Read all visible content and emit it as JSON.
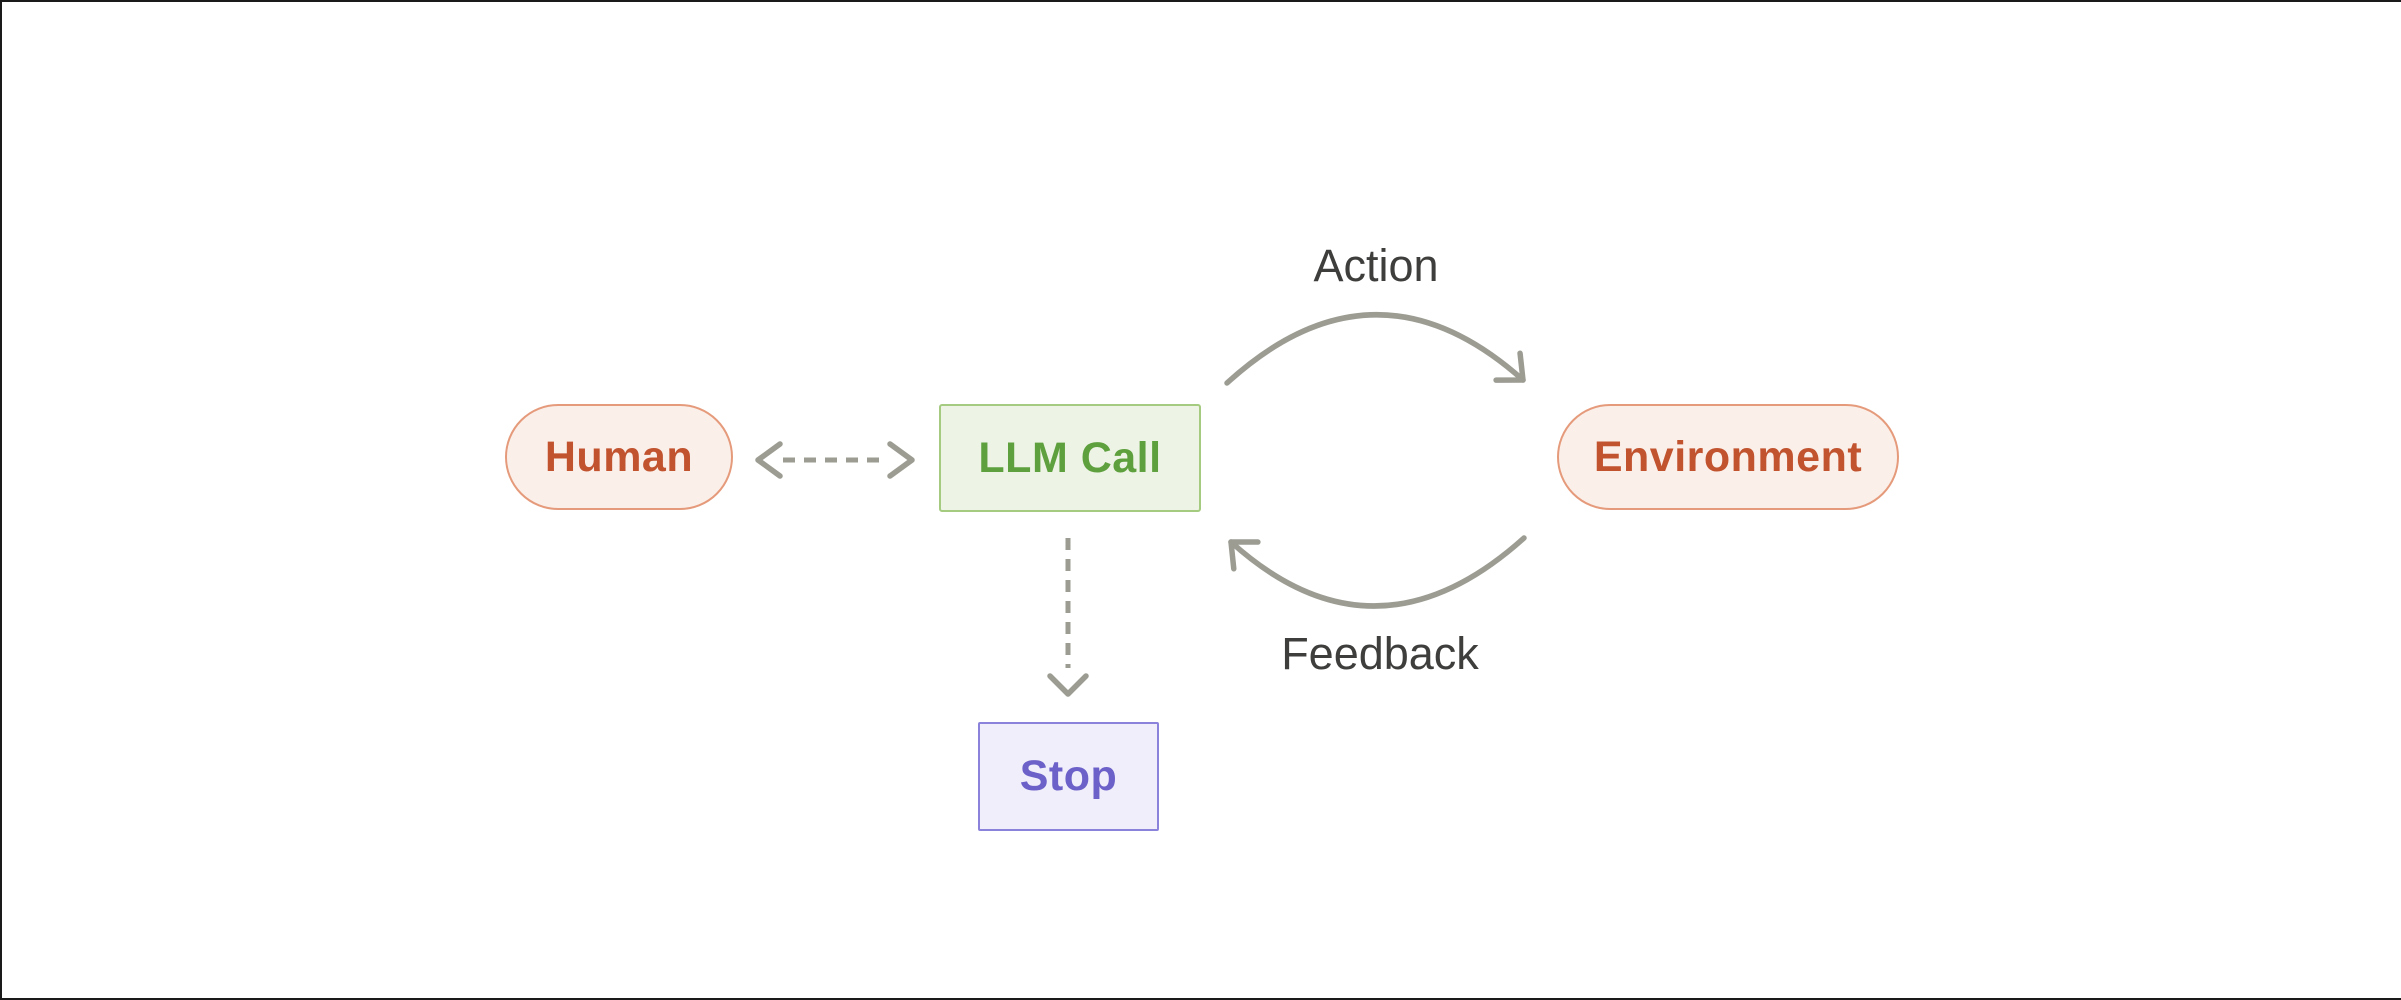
{
  "colors": {
    "canvas-bg": "#ffffff",
    "edge-line": "#1a1a1a",
    "arrow": "#9c9c93",
    "edge-label": "#3e3e3c",
    "human-bg": "#fbefe9",
    "human-border": "#e59b7b",
    "human-text": "#c1532f",
    "llm-bg": "#edf4e5",
    "llm-border": "#a5cb80",
    "llm-text": "#5fa03e",
    "env-bg": "#fbefe9",
    "env-border": "#e59b7b",
    "env-text": "#c1532f",
    "stop-bg": "#efeefa",
    "stop-border": "#8b83db",
    "stop-text": "#6c60c9"
  },
  "nodes": {
    "human": {
      "label": "Human"
    },
    "llm_call": {
      "label": "LLM Call"
    },
    "environment": {
      "label": "Environment"
    },
    "stop": {
      "label": "Stop"
    }
  },
  "edges": {
    "action": {
      "label": "Action",
      "style": "solid-curve",
      "from": "llm_call",
      "to": "environment"
    },
    "feedback": {
      "label": "Feedback",
      "style": "solid-curve",
      "from": "environment",
      "to": "llm_call"
    },
    "human_llm": {
      "label": "",
      "style": "dashed",
      "direction": "bidirectional"
    },
    "llm_stop": {
      "label": "",
      "style": "dashed",
      "direction": "down"
    }
  }
}
